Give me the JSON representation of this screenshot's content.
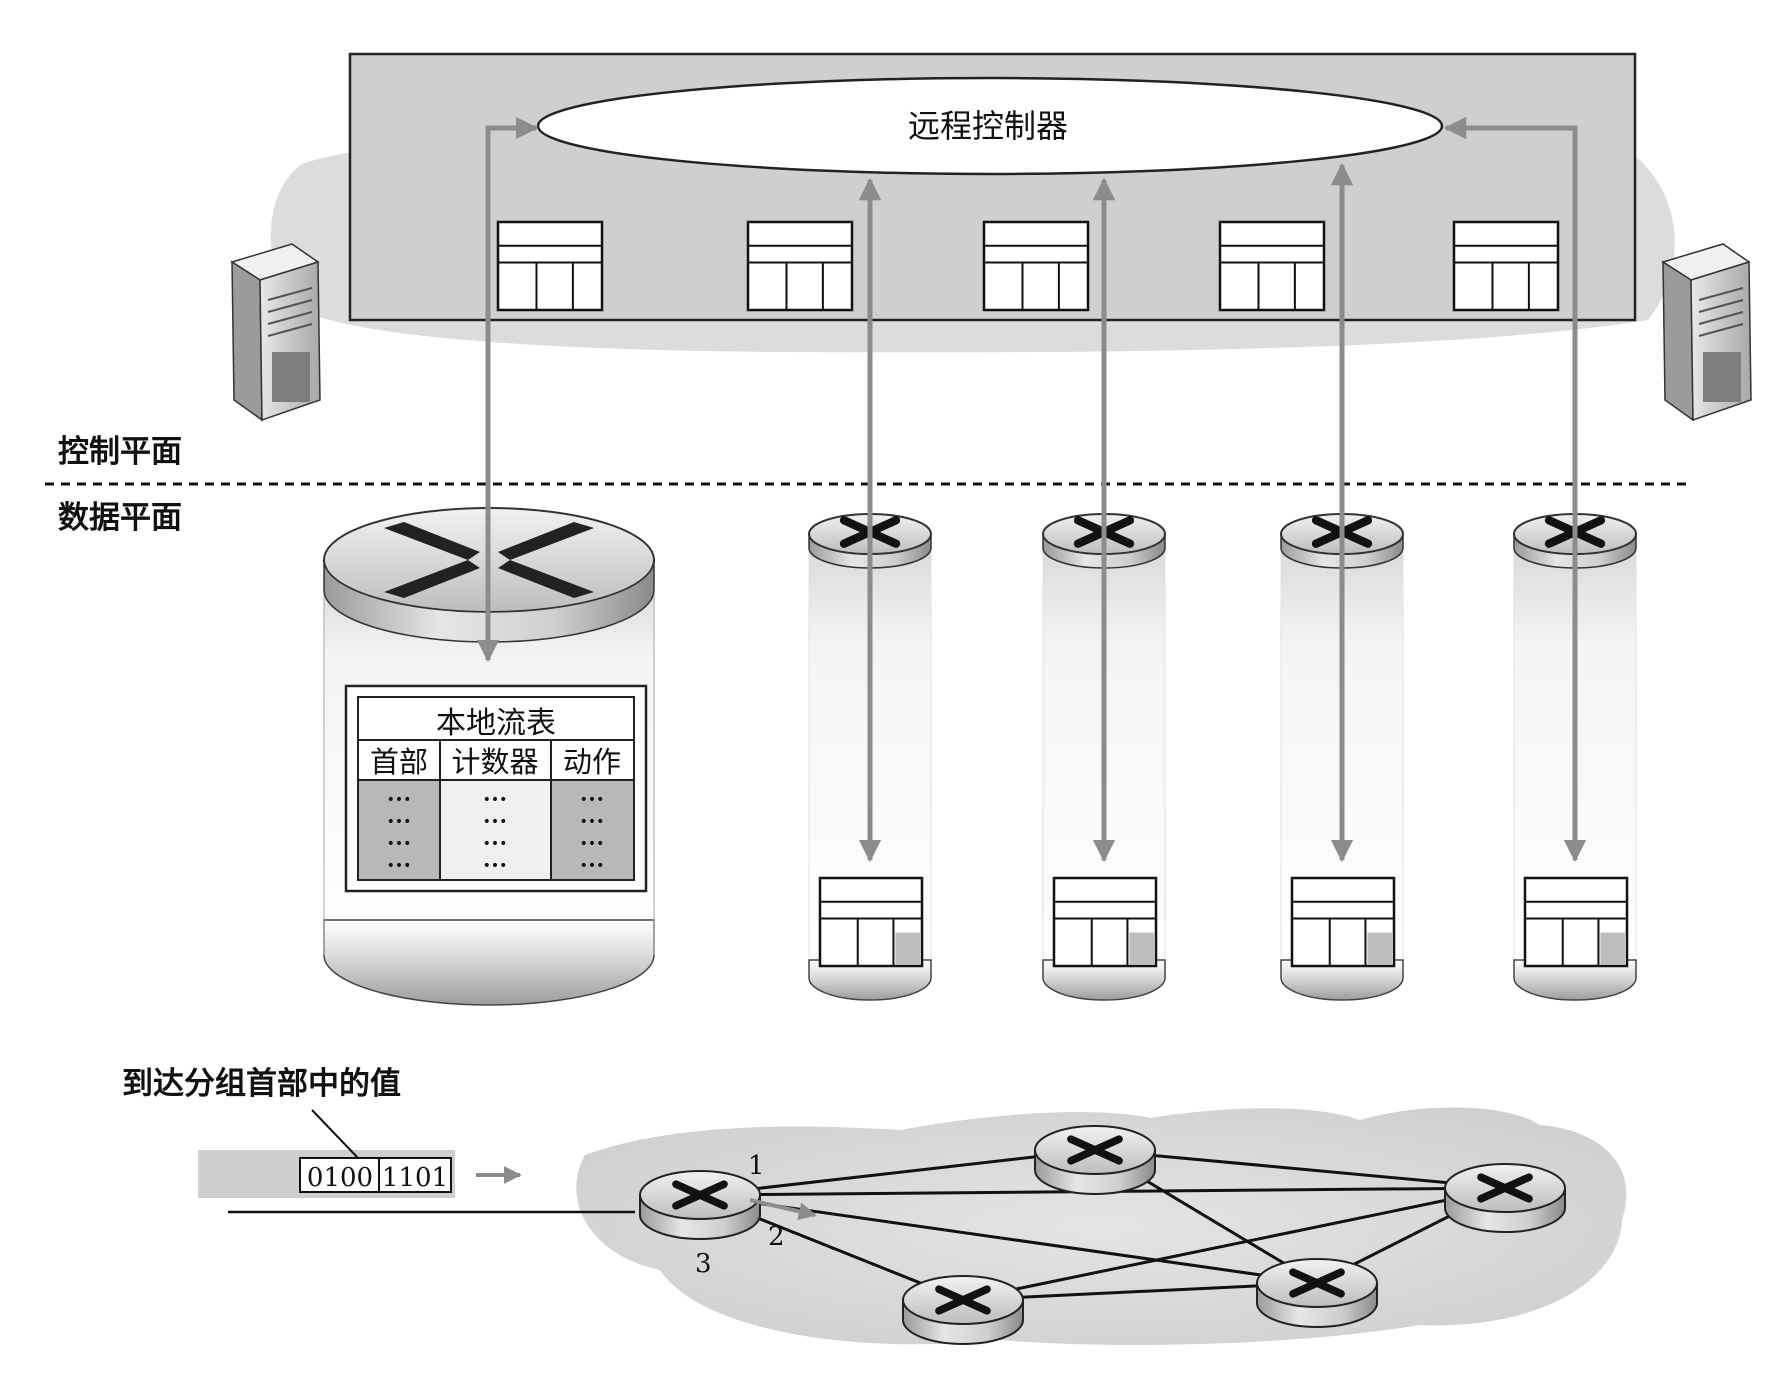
{
  "controller": {
    "label": "远程控制器"
  },
  "planes": {
    "control": "控制平面",
    "data": "数据平面"
  },
  "local_flow_table": {
    "title": "本地流表",
    "columns": [
      "首部",
      "计数器",
      "动作"
    ],
    "ellipsis": "•••"
  },
  "packet": {
    "caption": "到达分组首部中的值",
    "bits_a": "0100",
    "bits_b": "1101"
  },
  "ports": [
    "1",
    "2",
    "3"
  ],
  "colors": {
    "arrow": "#8c8c8c",
    "shadow": "#d9d9d9",
    "controller_box": "#cfcfcf",
    "router_body": "#c8c8c8",
    "table_shade": "#b8b8b8"
  }
}
